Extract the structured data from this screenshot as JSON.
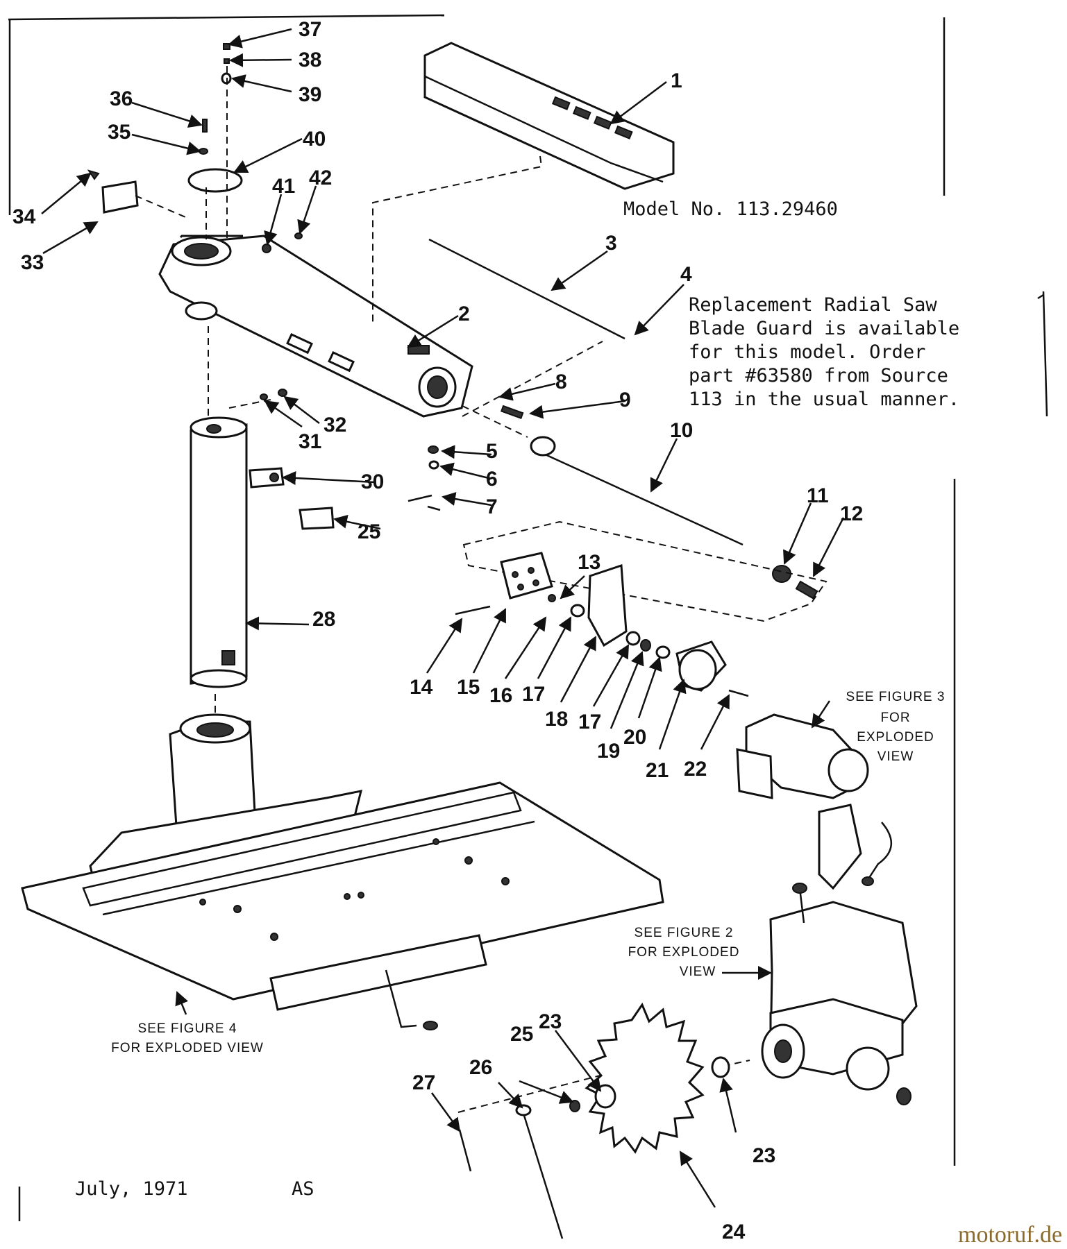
{
  "model_label": "Model No. 113.29460",
  "note_lines": [
    "Replacement Radial Saw",
    "Blade Guard is available",
    "for this model.  Order",
    "part #63580 from Source",
    "113 in the usual manner."
  ],
  "date_label": "July, 1971",
  "code_label": "AS",
  "watermark": "motoruf.de",
  "callouts": {
    "fig3": [
      "SEE FIGURE 3",
      "FOR",
      "EXPLODED",
      "VIEW"
    ],
    "fig2": [
      "SEE FIGURE 2",
      "FOR EXPLODED",
      "VIEW"
    ],
    "fig4": [
      "SEE FIGURE 4",
      "FOR EXPLODED VIEW"
    ]
  },
  "part_numbers": [
    "1",
    "2",
    "3",
    "4",
    "5",
    "6",
    "7",
    "8",
    "9",
    "10",
    "11",
    "12",
    "13",
    "14",
    "15",
    "16",
    "17",
    "17",
    "18",
    "19",
    "20",
    "21",
    "22",
    "23",
    "23",
    "24",
    "25",
    "25",
    "26",
    "27",
    "28",
    "30",
    "31",
    "32",
    "33",
    "34",
    "35",
    "36",
    "37",
    "38",
    "39",
    "40",
    "41",
    "42"
  ],
  "colors": {
    "ink": "#111111",
    "paper": "#ffffff"
  }
}
